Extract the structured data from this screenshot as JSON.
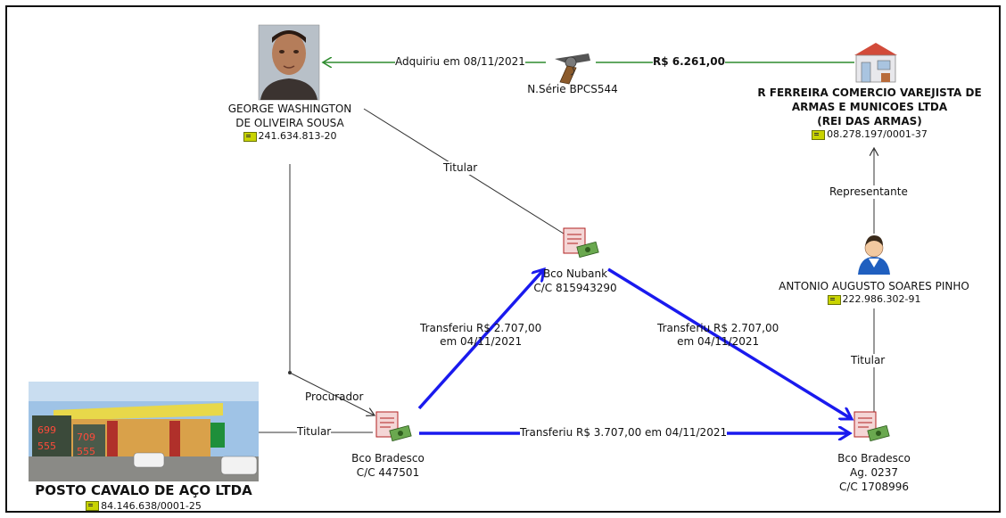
{
  "nodes": {
    "george": {
      "name_line1": "GEORGE WASHINGTON",
      "name_line2": "DE OLIVEIRA SOUSA",
      "doc": "241.634.813-20"
    },
    "revolver": {
      "label": "N.Série BPCS544"
    },
    "store": {
      "name_line1": "R FERREIRA COMERCIO VAREJISTA DE",
      "name_line2": "ARMAS E MUNICOES LTDA",
      "name_line3": "(REI DAS ARMAS)",
      "doc": "08.278.197/0001-37"
    },
    "nubank": {
      "line1": "Bco Nubank",
      "line2": "C/C 815943290"
    },
    "antonio": {
      "name": "ANTONIO AUGUSTO SOARES PINHO",
      "doc": "222.986.302-91"
    },
    "posto": {
      "name": "POSTO CAVALO DE AÇO LTDA",
      "doc": "84.146.638/0001-25"
    },
    "bradesco1": {
      "line1": "Bco Bradesco",
      "line2": "C/C 447501"
    },
    "bradesco2": {
      "line1": "Bco Bradesco",
      "line2": "Ag. 0237",
      "line3": "C/C 1708996"
    }
  },
  "edges": {
    "adquiriu": "Adquiriu em 08/11/2021",
    "valor": "R$ 6.261,00",
    "titular_george_nubank": "Titular",
    "representante": "Representante",
    "procurador": "Procurador",
    "titular_posto": "Titular",
    "transf_b1_nubank_line1": "Transferiu R$ 2.707,00",
    "transf_b1_nubank_line2": "em 04/11/2021",
    "transf_nubank_b2_line1": "Transferiu R$ 2.707,00",
    "transf_nubank_b2_line2": "em 04/11/2021",
    "titular_antonio": "Titular",
    "transf_b1_b2": "Transferiu R$ 3.707,00 em 04/11/2021"
  },
  "colors": {
    "green_edge": "#2e8b2e",
    "blue_edge": "#1a1aee",
    "black_edge": "#333333"
  }
}
